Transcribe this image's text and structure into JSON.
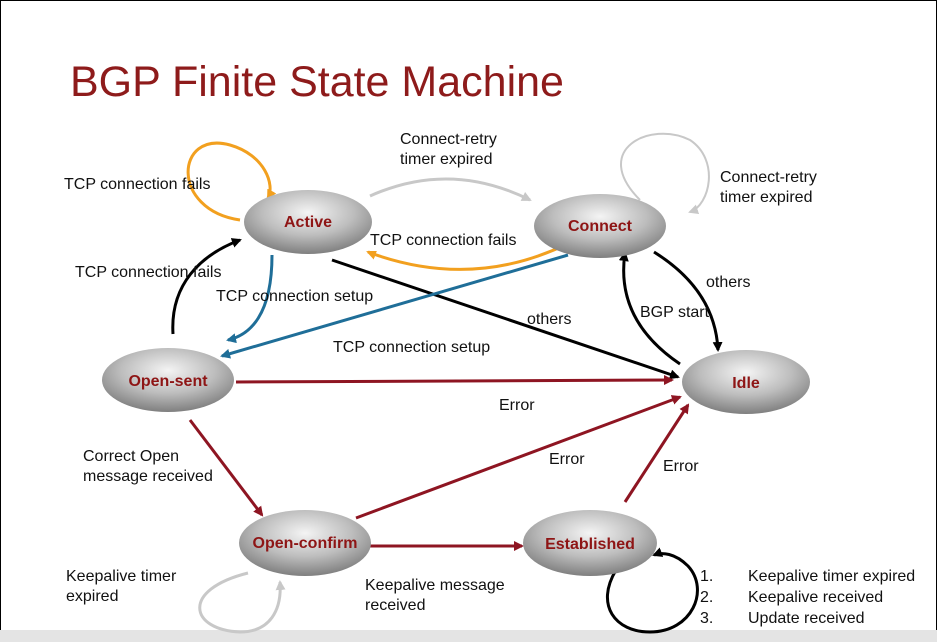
{
  "title": "BGP Finite State Machine",
  "states": {
    "active": "Active",
    "connect": "Connect",
    "open_sent": "Open-sent",
    "idle": "Idle",
    "open_confirm": "Open-confirm",
    "established": "Established"
  },
  "labels": {
    "active_self": "TCP connection fails",
    "active_to_connect": "Connect-retry\ntimer expired",
    "connect_self": "Connect-retry\ntimer expired",
    "connect_to_active": "TCP connection fails",
    "opensent_to_active": "TCP connection fails",
    "active_to_opensent": "TCP connection setup",
    "active_to_idle": "others",
    "connect_to_opensent": "TCP connection setup",
    "connect_to_idle": "others",
    "idle_to_connect": "BGP start",
    "opensent_to_idle": "Error",
    "openconfirm_to_idle": "Error",
    "established_to_idle": "Error",
    "opensent_to_openconfirm": "Correct Open\nmessage received",
    "openconfirm_self": "Keepalive timer\nexpired",
    "openconfirm_to_established": "Keepalive message\nreceived"
  },
  "established_self_list": [
    {
      "num": "1.",
      "text": "Keepalive timer expired"
    },
    {
      "num": "2.",
      "text": "Keepalive received"
    },
    {
      "num": "3.",
      "text": "Update received"
    }
  ],
  "colors": {
    "title": "#8e1b1b",
    "node_text": "#8e1515",
    "orange": "#f2a01f",
    "gray": "#c8c8c8",
    "black": "#000000",
    "blue": "#1f6e98",
    "darkred": "#8e1522"
  }
}
